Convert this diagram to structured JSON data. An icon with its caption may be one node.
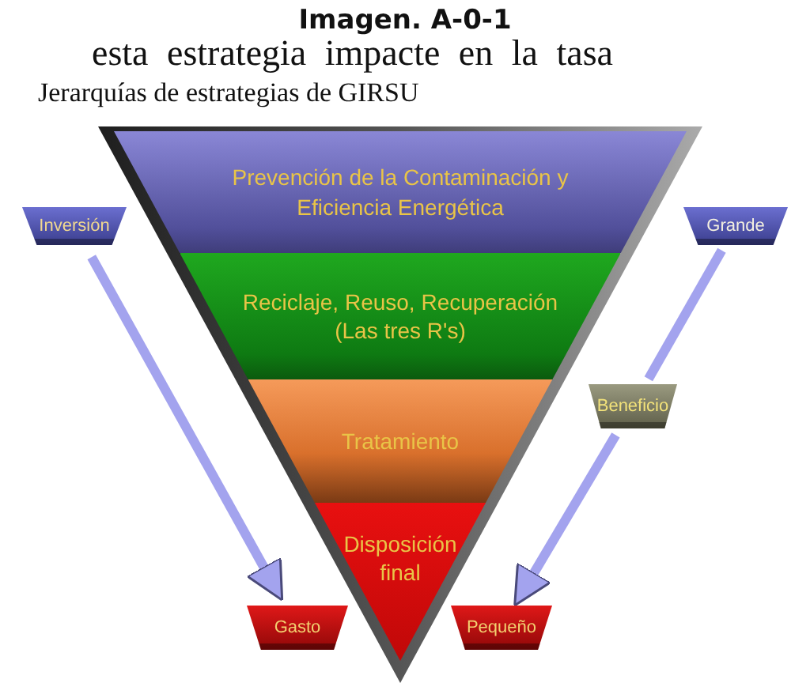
{
  "diagram": {
    "title": "Imagen. A-0-1",
    "caption": "Jerarquías de estrategias de GIRSU",
    "nodes": [
      {
        "text": [
          "Inversión"
        ]
      },
      {
        "text": [
          "Prevención de la Contaminación y Eficiencia Energética"
        ]
      },
      {
        "text": [
          "Grande"
        ]
      },
      {
        "text": [
          "Reciclaje, Reuso, Recuperación (Las tres R's)"
        ]
      },
      {
        "text": [
          "Beneficio"
        ]
      },
      {
        "text": [
          "Tratamiento"
        ]
      },
      {
        "text": [
          "Disposición final"
        ]
      },
      {
        "text": [
          "Gasto"
        ]
      },
      {
        "text": [
          "Pequeño"
        ]
      }
    ],
    "edges": [
      {
        "from": 0,
        "to": 7,
        "arrow": "to"
      },
      {
        "from": 2,
        "to": 4,
        "arrow": "none"
      },
      {
        "from": 4,
        "to": 8,
        "arrow": "to"
      }
    ],
    "labels": [
      "esta estrategia impacte en la tasa"
    ]
  }
}
